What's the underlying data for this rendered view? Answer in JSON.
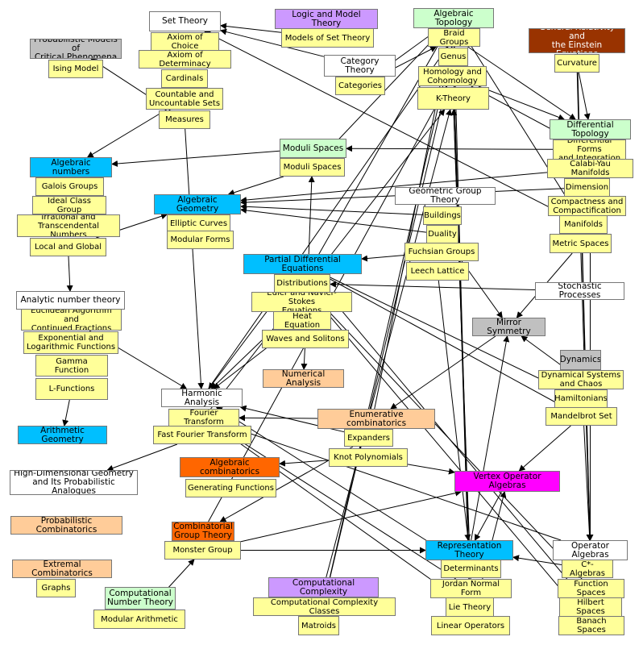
{
  "colors": {
    "sub": "#ffff99",
    "white": "#ffffff",
    "blue": "#00bfff",
    "green": "#ccffcc",
    "purple": "#cc99ff",
    "gray": "#c0c0c0",
    "brown": "#993300",
    "magenta": "#ff00ff",
    "orange": "#ff6600",
    "peach": "#ffcc99"
  },
  "nodes": [
    {
      "id": "set-theory",
      "label": "Set Theory",
      "color": "white"
    },
    {
      "id": "axiom-of-choice",
      "label": "Axiom of Choice",
      "color": "sub"
    },
    {
      "id": "axiom-of-determinacy",
      "label": "Axiom of Determinacy",
      "color": "sub"
    },
    {
      "id": "cardinals",
      "label": "Cardinals",
      "color": "sub"
    },
    {
      "id": "countable-sets",
      "label": "Countable and\nUncountable Sets",
      "color": "sub"
    },
    {
      "id": "measures",
      "label": "Measures",
      "color": "sub"
    },
    {
      "id": "logic-model-theory",
      "label": "Logic and Model Theory",
      "color": "purple"
    },
    {
      "id": "models-of-set-theory",
      "label": "Models of Set Theory",
      "color": "sub"
    },
    {
      "id": "algebraic-topology",
      "label": "Algebraic Topology",
      "color": "green"
    },
    {
      "id": "braid-groups",
      "label": "Braid Groups",
      "color": "sub"
    },
    {
      "id": "genus",
      "label": "Genus",
      "color": "sub"
    },
    {
      "id": "homology",
      "label": "Homology and\nCohomology",
      "color": "sub"
    },
    {
      "id": "k-theory",
      "label": "K-Theory",
      "color": "sub"
    },
    {
      "id": "general-relativity",
      "label": "General Relativity and\nthe Einstein Equations",
      "color": "brown"
    },
    {
      "id": "curvature",
      "label": "Curvature",
      "color": "sub"
    },
    {
      "id": "prob-models",
      "label": "Probabilistic Models of\nCritical Phenomena",
      "color": "gray"
    },
    {
      "id": "ising-model",
      "label": "Ising Model",
      "color": "sub"
    },
    {
      "id": "category-theory",
      "label": "Category Theory",
      "color": "white"
    },
    {
      "id": "categories",
      "label": "Categories",
      "color": "sub"
    },
    {
      "id": "differential-topology",
      "label": "Differential Topology",
      "color": "green"
    },
    {
      "id": "differential-forms",
      "label": "Differential Forms\nand Integration",
      "color": "sub"
    },
    {
      "id": "calabi-yau",
      "label": "Calabi-Yau Manifolds",
      "color": "sub"
    },
    {
      "id": "dimension",
      "label": "Dimension",
      "color": "sub"
    },
    {
      "id": "compactness",
      "label": "Compactness and\nCompactification",
      "color": "sub"
    },
    {
      "id": "manifolds",
      "label": "Manifolds",
      "color": "sub"
    },
    {
      "id": "metric-spaces",
      "label": "Metric Spaces",
      "color": "sub"
    },
    {
      "id": "algebraic-numbers",
      "label": "Algebraic numbers",
      "color": "blue"
    },
    {
      "id": "galois-groups",
      "label": "Galois Groups",
      "color": "sub"
    },
    {
      "id": "ideal-class-group",
      "label": "Ideal Class Group",
      "color": "sub"
    },
    {
      "id": "irrational-numbers",
      "label": "Irrational and\nTranscendental Numbers",
      "color": "sub"
    },
    {
      "id": "local-global",
      "label": "Local and Global",
      "color": "sub"
    },
    {
      "id": "moduli-spaces-h",
      "label": "Moduli Spaces",
      "color": "green"
    },
    {
      "id": "moduli-spaces",
      "label": "Moduli Spaces",
      "color": "sub"
    },
    {
      "id": "algebraic-geometry",
      "label": "Algebraic Geometry",
      "color": "blue"
    },
    {
      "id": "elliptic-curves",
      "label": "Elliptic Curves",
      "color": "sub"
    },
    {
      "id": "modular-forms",
      "label": "Modular Forms",
      "color": "sub"
    },
    {
      "id": "geometric-group-theory",
      "label": "Geometric Group Theory",
      "color": "white"
    },
    {
      "id": "buildings",
      "label": "Buildings",
      "color": "sub"
    },
    {
      "id": "duality",
      "label": "Duality",
      "color": "sub"
    },
    {
      "id": "fuchsian-groups",
      "label": "Fuchsian Groups",
      "color": "sub"
    },
    {
      "id": "leech-lattice",
      "label": "Leech Lattice",
      "color": "sub"
    },
    {
      "id": "pde",
      "label": "Partial Differential Equations",
      "color": "blue"
    },
    {
      "id": "distributions",
      "label": "Distributions",
      "color": "sub"
    },
    {
      "id": "euler-navier",
      "label": "Euler and Navier-Stokes\nEquations",
      "color": "sub"
    },
    {
      "id": "heat-equation",
      "label": "Heat Equation",
      "color": "sub"
    },
    {
      "id": "waves-solitons",
      "label": "Waves and Solitons",
      "color": "sub"
    },
    {
      "id": "stochastic-processes",
      "label": "Stochastic Processes",
      "color": "white"
    },
    {
      "id": "mirror-symmetry",
      "label": "Mirror Symmetry",
      "color": "gray"
    },
    {
      "id": "analytic-number-theory",
      "label": "Analytic number theory",
      "color": "white"
    },
    {
      "id": "euclidean-algorithm",
      "label": "Euclidean Algorithm and\nContinued Fractions",
      "color": "sub"
    },
    {
      "id": "exp-log-functions",
      "label": "Exponential and\nLogarithmic Functions",
      "color": "sub"
    },
    {
      "id": "gamma-function",
      "label": "Gamma Function",
      "color": "sub"
    },
    {
      "id": "l-functions",
      "label": "L-Functions",
      "color": "sub"
    },
    {
      "id": "arithmetic-geometry",
      "label": "Arithmetic Geometry",
      "color": "blue"
    },
    {
      "id": "numerical-analysis",
      "label": "Numerical Analysis",
      "color": "peach"
    },
    {
      "id": "dynamics",
      "label": "Dynamics",
      "color": "gray"
    },
    {
      "id": "dynamical-systems",
      "label": "Dynamical Systems\nand Chaos",
      "color": "sub"
    },
    {
      "id": "hamiltonians",
      "label": "Hamiltonians",
      "color": "sub"
    },
    {
      "id": "mandelbrot-set",
      "label": "Mandelbrot Set",
      "color": "sub"
    },
    {
      "id": "harmonic-analysis",
      "label": "Harmonic Analysis",
      "color": "white"
    },
    {
      "id": "fourier-transform",
      "label": "Fourier Transform",
      "color": "sub"
    },
    {
      "id": "fast-fourier-transform",
      "label": "Fast Fourier Transform",
      "color": "sub"
    },
    {
      "id": "enumerative-combinatorics",
      "label": "Enumerative combinatorics",
      "color": "peach"
    },
    {
      "id": "expanders",
      "label": "Expanders",
      "color": "sub"
    },
    {
      "id": "knot-polynomials",
      "label": "Knot Polynomials",
      "color": "sub"
    },
    {
      "id": "high-dim-geometry",
      "label": "High-Dimensional Geometry\nand Its Probabilistic Analogues",
      "color": "white"
    },
    {
      "id": "algebraic-combinatorics",
      "label": "Algebraic combinatorics",
      "color": "orange"
    },
    {
      "id": "generating-functions",
      "label": "Generating Functions",
      "color": "sub"
    },
    {
      "id": "vertex-operator-algebras",
      "label": "Vertex Operator Algebras",
      "color": "magenta"
    },
    {
      "id": "probabilistic-combinatorics",
      "label": "Probabilistic Combinatorics",
      "color": "peach"
    },
    {
      "id": "combinatorial-group-theory",
      "label": "Combinatorial\nGroup Theory",
      "color": "orange"
    },
    {
      "id": "monster-group",
      "label": "Monster Group",
      "color": "sub"
    },
    {
      "id": "representation-theory",
      "label": "Representation Theory",
      "color": "blue"
    },
    {
      "id": "operator-algebras",
      "label": "Operator Algebras",
      "color": "white"
    },
    {
      "id": "extremal-combinatorics",
      "label": "Extremal Combinatorics",
      "color": "peach"
    },
    {
      "id": "graphs",
      "label": "Graphs",
      "color": "sub"
    },
    {
      "id": "computational-number-theory",
      "label": "Computational\nNumber Theory",
      "color": "green"
    },
    {
      "id": "modular-arithmetic",
      "label": "Modular Arithmetic",
      "color": "sub"
    },
    {
      "id": "computational-complexity",
      "label": "Computational Complexity",
      "color": "purple"
    },
    {
      "id": "computational-complexity-classes",
      "label": "Computational Complexity Classes",
      "color": "sub"
    },
    {
      "id": "matroids",
      "label": "Matroids",
      "color": "sub"
    },
    {
      "id": "determinants",
      "label": "Determinants",
      "color": "sub"
    },
    {
      "id": "jordan-normal-form",
      "label": "Jordan Normal Form",
      "color": "sub"
    },
    {
      "id": "lie-theory",
      "label": "Lie Theory",
      "color": "sub"
    },
    {
      "id": "linear-operators",
      "label": "Linear Operators",
      "color": "sub"
    },
    {
      "id": "c-star-algebras",
      "label": "C*-Algebras",
      "color": "sub"
    },
    {
      "id": "function-spaces",
      "label": "Function Spaces",
      "color": "sub"
    },
    {
      "id": "hilbert-spaces",
      "label": "Hilbert Spaces",
      "color": "sub"
    },
    {
      "id": "banach-spaces",
      "label": "Banach Spaces",
      "color": "sub"
    }
  ],
  "edges": [
    [
      "models-of-set-theory",
      "set-theory"
    ],
    [
      "measures",
      "prob-models"
    ],
    [
      "countable-sets",
      "algebraic-numbers"
    ],
    [
      "measures",
      "harmonic-analysis"
    ],
    [
      "moduli-spaces-h",
      "algebraic-numbers"
    ],
    [
      "moduli-spaces",
      "algebraic-geometry"
    ],
    [
      "moduli-spaces",
      "algebraic-topology"
    ],
    [
      "categories",
      "braid-groups"
    ],
    [
      "categories",
      "algebraic-topology"
    ],
    [
      "categories",
      "category-theory"
    ],
    [
      "category-theory",
      "set-theory"
    ],
    [
      "homology",
      "differential-topology"
    ],
    [
      "homology",
      "differential-forms"
    ],
    [
      "braid-groups",
      "differential-topology"
    ],
    [
      "curvature",
      "differential-topology"
    ],
    [
      "differential-forms",
      "moduli-spaces-h"
    ],
    [
      "calabi-yau",
      "algebraic-geometry"
    ],
    [
      "dimension",
      "algebraic-geometry"
    ],
    [
      "manifolds",
      "algebraic-topology"
    ],
    [
      "manifolds",
      "set-theory"
    ],
    [
      "local-global",
      "algebraic-geometry"
    ],
    [
      "local-global",
      "analytic-number-theory"
    ],
    [
      "duality",
      "algebraic-geometry"
    ],
    [
      "buildings",
      "algebraic-geometry"
    ],
    [
      "fuchsian-groups",
      "pde"
    ],
    [
      "metric-spaces",
      "mirror-symmetry"
    ],
    [
      "duality",
      "mirror-symmetry"
    ],
    [
      "euclidean-algorithm",
      "harmonic-analysis"
    ],
    [
      "l-functions",
      "arithmetic-geometry"
    ],
    [
      "modular-forms",
      "algebraic-geometry"
    ],
    [
      "distributions",
      "algebraic-topology"
    ],
    [
      "heat-equation",
      "harmonic-analysis"
    ],
    [
      "waves-solitons",
      "numerical-analysis"
    ],
    [
      "euler-navier",
      "harmonic-analysis"
    ],
    [
      "pde",
      "harmonic-analysis"
    ],
    [
      "hamiltonians",
      "pde"
    ],
    [
      "dynamical-systems",
      "mirror-symmetry"
    ],
    [
      "mandelbrot-set",
      "pde"
    ],
    [
      "expanders",
      "algebraic-topology"
    ],
    [
      "expanders",
      "harmonic-analysis"
    ],
    [
      "knot-polynomials",
      "algebraic-combinatorics"
    ],
    [
      "knot-polynomials",
      "vertex-operator-algebras"
    ],
    [
      "fast-fourier-transform",
      "high-dim-geometry"
    ],
    [
      "expanders",
      "combinatorial-group-theory"
    ],
    [
      "monster-group",
      "representation-theory"
    ],
    [
      "monster-group",
      "vertex-operator-algebras"
    ],
    [
      "modular-arithmetic",
      "monster-group"
    ],
    [
      "matroids",
      "braid-groups"
    ],
    [
      "computational-complexity",
      "k-theory"
    ],
    [
      "determinants",
      "harmonic-analysis"
    ],
    [
      "jordan-normal-form",
      "fourier-transform"
    ],
    [
      "lie-theory",
      "fourier-transform"
    ],
    [
      "lie-theory",
      "braid-groups"
    ],
    [
      "linear-operators",
      "genus"
    ],
    [
      "linear-operators",
      "vertex-operator-algebras"
    ],
    [
      "representation-theory",
      "k-theory"
    ],
    [
      "representation-theory",
      "mirror-symmetry"
    ],
    [
      "operator-algebras",
      "fourier-transform"
    ],
    [
      "c-star-algebras",
      "representation-theory"
    ],
    [
      "function-spaces",
      "distributions"
    ],
    [
      "hilbert-spaces",
      "pde"
    ],
    [
      "banach-spaces",
      "distributions"
    ],
    [
      "differential-topology",
      "operator-algebras"
    ],
    [
      "metric-spaces",
      "operator-algebras"
    ],
    [
      "dynamics",
      "operator-algebras"
    ],
    [
      "general-relativity",
      "operator-algebras"
    ],
    [
      "curvature",
      "operator-algebras"
    ],
    [
      "leech-lattice",
      "representation-theory"
    ],
    [
      "vertex-operator-algebras",
      "representation-theory"
    ],
    [
      "mirror-symmetry",
      "enumerative-combinatorics"
    ],
    [
      "stochastic-processes",
      "distributions"
    ],
    [
      "mandelbrot-set",
      "vertex-operator-algebras"
    ],
    [
      "enumerative-combinatorics",
      "fourier-transform"
    ],
    [
      "lie-theory",
      "genus"
    ],
    [
      "jordan-normal-form",
      "k-theory"
    ],
    [
      "matroids",
      "genus"
    ],
    [
      "harmonic-analysis",
      "braid-groups"
    ],
    [
      "fourier-transform",
      "k-theory"
    ],
    [
      "combinatorial-group-theory",
      "homology"
    ],
    [
      "waves-solitons",
      "moduli-spaces"
    ]
  ]
}
